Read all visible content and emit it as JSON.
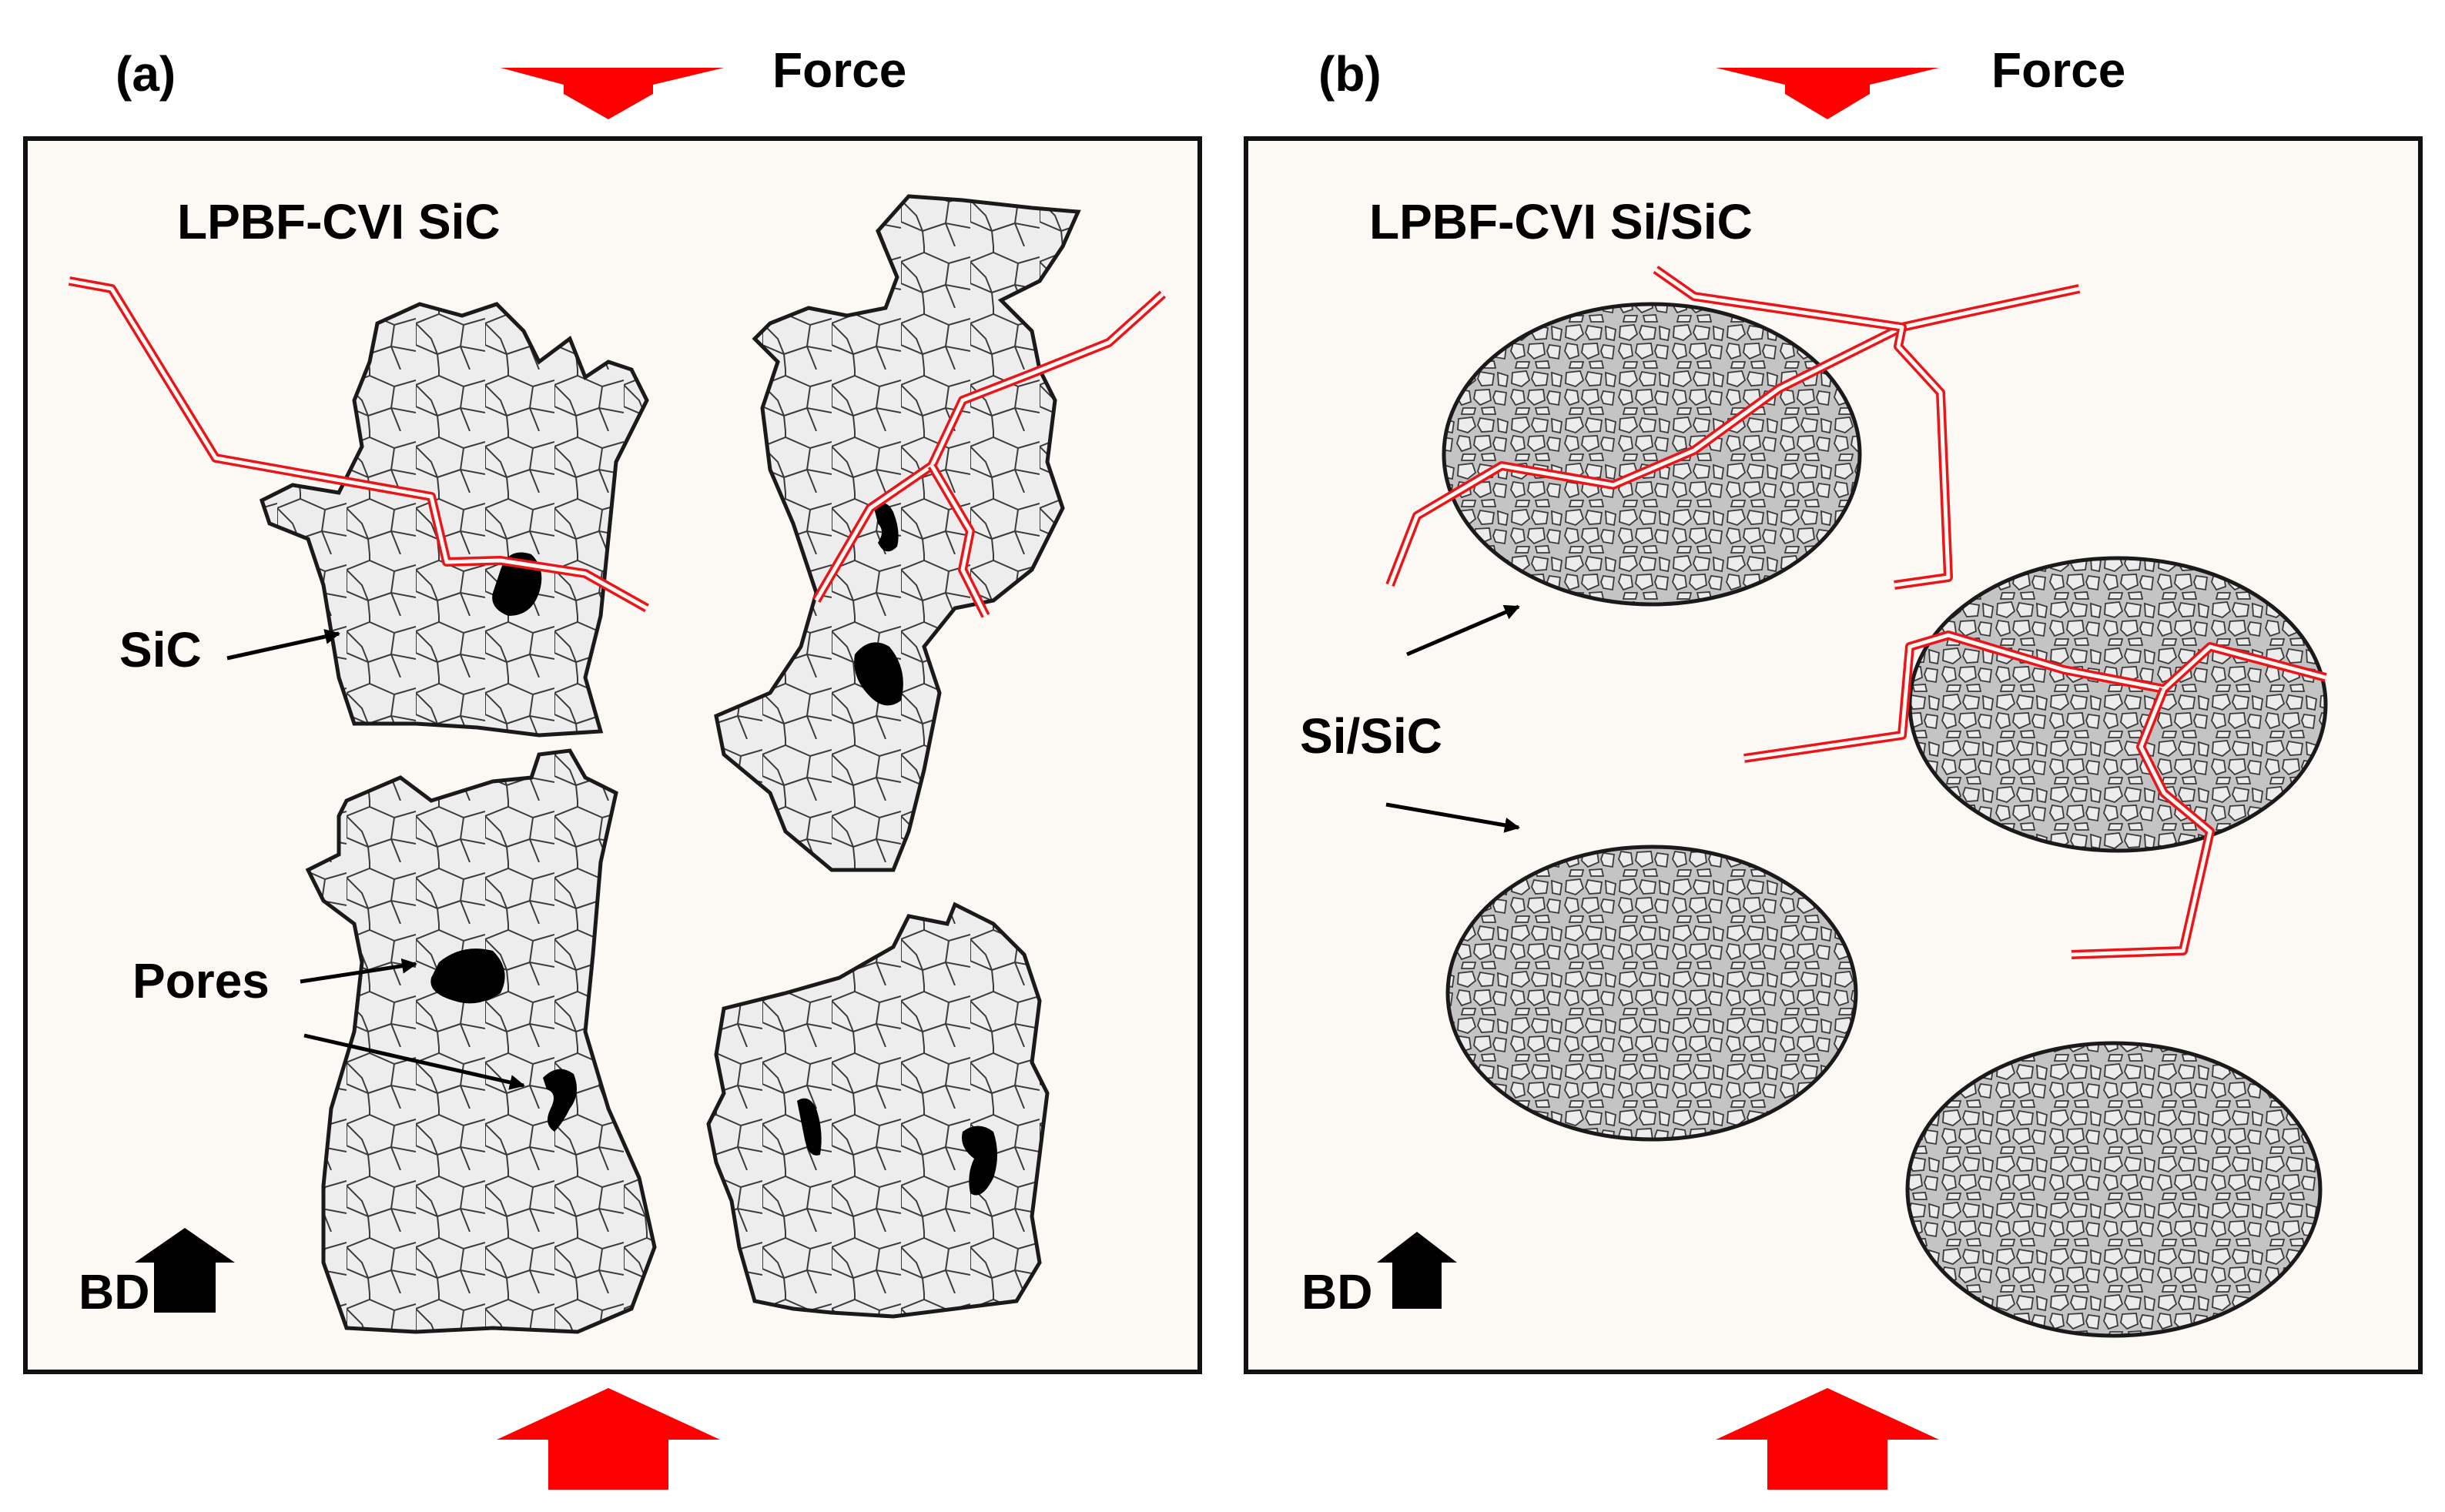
{
  "panels": [
    {
      "id": "a",
      "tag": "(a)",
      "force_label": "Force",
      "title": "LPBF-CVI SiC",
      "callouts": [
        "SiC",
        "Pores"
      ],
      "bd_label": "BD"
    },
    {
      "id": "b",
      "tag": "(b)",
      "force_label": "Force",
      "title": "LPBF-CVI Si/SiC",
      "callouts": [
        "Si/SiC"
      ],
      "bd_label": "BD"
    }
  ],
  "colors": {
    "panel_background": "#fcf8f3",
    "force_arrow": "#ff0000",
    "crack": "#e8161b",
    "sic_particle": "#ededed",
    "si_sic_particle": "#c4c4c4",
    "pore": "#000000"
  }
}
